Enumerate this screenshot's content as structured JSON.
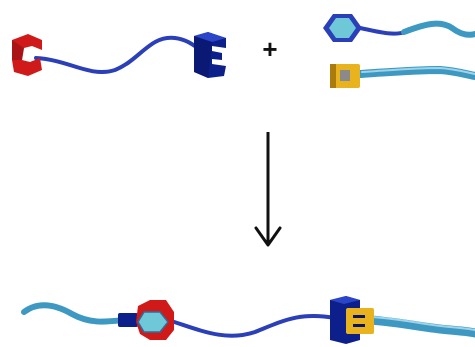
{
  "plus_label": "+",
  "colors": {
    "red": "#d01a1a",
    "red_dark": "#8a0f12",
    "blue_strand": "#2a3fb8",
    "navy": "#0d1f8a",
    "navy_dark": "#081566",
    "navy_top": "#2a45c8",
    "light_blue_strand": "#3d98c2",
    "light_blue_highlight": "#9ed3ea",
    "cyan_hex": "#6ec8d8",
    "cyan_hex_edge": "#2e6c9c",
    "yellow": "#e8b31c",
    "yellow_dark": "#a97c0c",
    "arrow": "#111111"
  },
  "icons": {
    "red_bracket": "red-c-shaped-receptor",
    "blue_e_block": "blue-e-shaped-block",
    "cyan_hexagon": "cyan-hexagon-ligand",
    "yellow_h_connector": "yellow-h-shaped-connector",
    "down_arrow": "down-arrow"
  }
}
